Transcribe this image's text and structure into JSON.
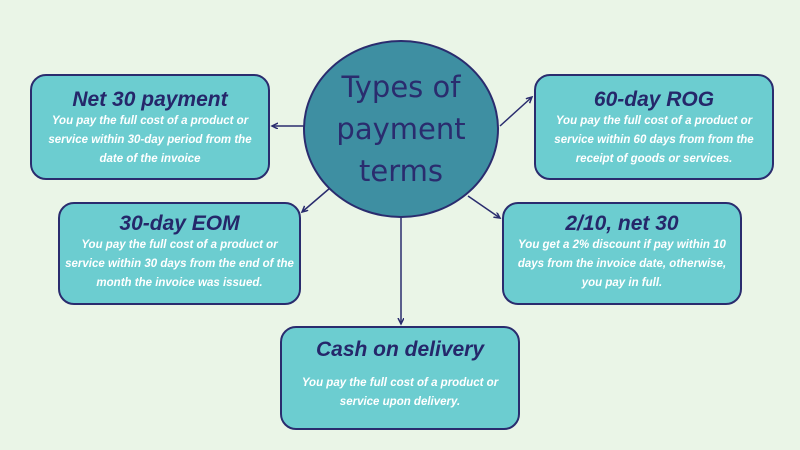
{
  "center": {
    "title": "Types of payment terms"
  },
  "boxes": {
    "net30": {
      "title": "Net 30 payment",
      "text": "You pay the full cost of a product or service within 30-day period from the date of the invoice"
    },
    "rog": {
      "title": "60-day ROG",
      "text": "You pay the full cost of a product or service within 60 days from from the receipt of goods or services."
    },
    "eom": {
      "title": "30-day EOM",
      "text": "You pay the full cost of a product or service within 30 days from the end of the month the invoice was issued."
    },
    "twoten": {
      "title": "2/10, net 30",
      "text": "You get a 2% discount if pay within 10 days from the invoice date, otherwise, you pay in full."
    },
    "cod": {
      "title": "Cash on delivery",
      "text": "You pay the full cost of a product or service upon delivery."
    }
  },
  "colors": {
    "background": "#eaf5e7",
    "circle": "#3e8fa2",
    "box": "#6ccdd0",
    "outline": "#2a2c6e",
    "box_text": "#ffffff"
  }
}
